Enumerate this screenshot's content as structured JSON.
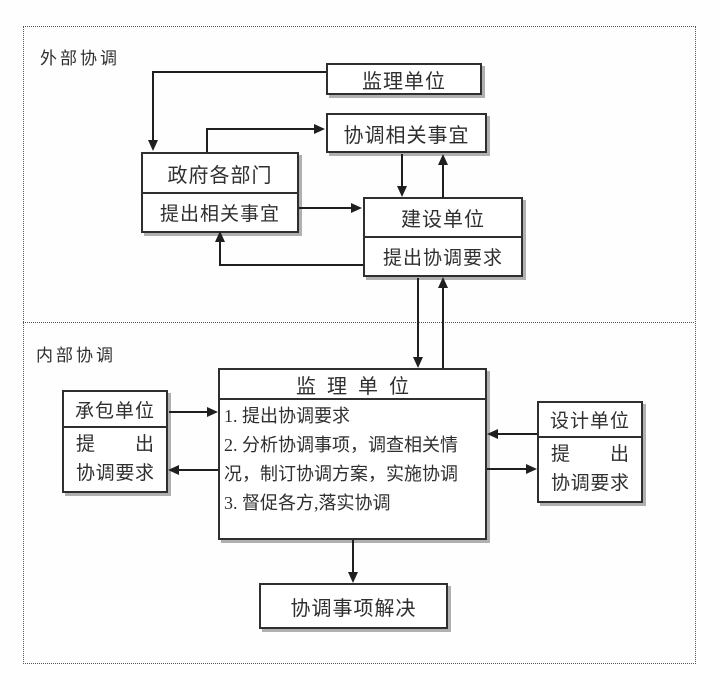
{
  "sections": {
    "external": {
      "label": "外部协调"
    },
    "internal": {
      "label": "内部协调"
    }
  },
  "boxes": {
    "supervision_top": {
      "title": "监理单位"
    },
    "coordinate_matters": {
      "title": "协调相关事宜"
    },
    "government": {
      "title": "政府各部门",
      "subtitle": "提出相关事宜"
    },
    "construction": {
      "title": "建设单位",
      "subtitle": "提出协调要求"
    },
    "supervision_center": {
      "title": "监理单位",
      "lines": [
        "1. 提出协调要求",
        "2. 分析协调事项，调查相关情",
        "况，制订协调方案，实施协调",
        "3. 督促各方,落实协调"
      ]
    },
    "contractor": {
      "title": "承包单位",
      "line1": "提出",
      "line2": "协调要求"
    },
    "designer": {
      "title": "设计单位",
      "line1": "提出",
      "line2": "协调要求"
    },
    "resolved": {
      "title": "协调事项解决"
    }
  },
  "colors": {
    "line": "#1f1f1f",
    "text": "#2f2f2f",
    "box_border": "#2f2f2f",
    "box_shadow": "#b0b0b0",
    "dotted_border": "#555555",
    "background": "#fefefe"
  }
}
